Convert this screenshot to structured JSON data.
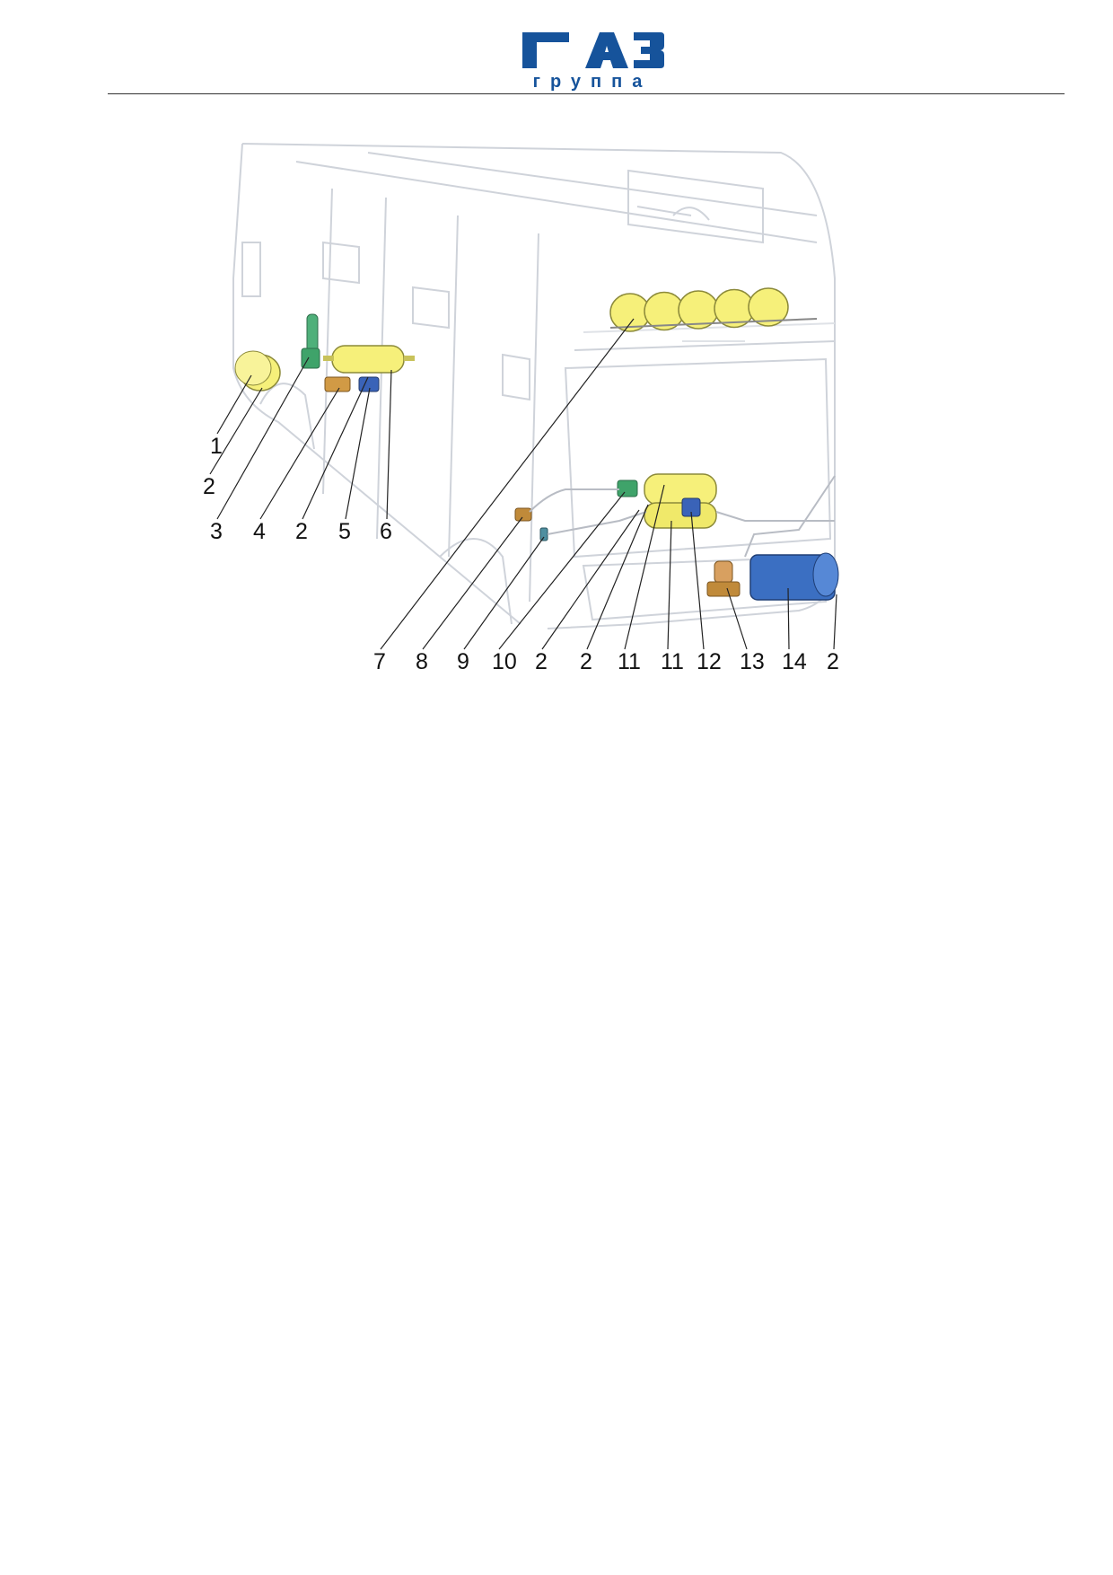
{
  "header": {
    "logo_text": "ГАЗ",
    "logo_sub": "группа",
    "brand_color": "#16539b"
  },
  "figure": {
    "callouts": [
      "1",
      "2",
      "3",
      "4",
      "2",
      "5",
      "6",
      "7",
      "8",
      "9",
      "10",
      "2",
      "2",
      "11",
      "11",
      "12",
      "13",
      "14",
      "2"
    ],
    "part_colors": {
      "tank": "#f6f07a",
      "valve_green": "#3fa36a",
      "valve_blue": "#3a63b8",
      "valve_bronze": "#c08a3a",
      "compressor": "#3b6fc2"
    }
  }
}
